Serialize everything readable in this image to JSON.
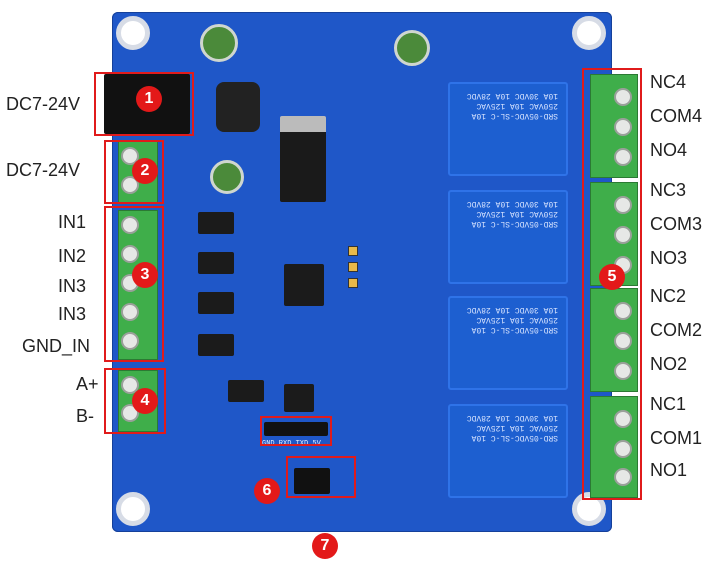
{
  "left_labels": {
    "dc_jack": "DC7-24V",
    "dc_terminal": "DC7-24V",
    "in1": "IN1",
    "in2": "IN2",
    "in3a": "IN3",
    "in3b": "IN3",
    "gnd_in": "GND_IN",
    "a_plus": "A+",
    "b_minus": "B-"
  },
  "right_labels": [
    "NC4",
    "COM4",
    "NO4",
    "NC3",
    "COM3",
    "NO3",
    "NC2",
    "COM2",
    "NO2",
    "NC1",
    "COM1",
    "NO1"
  ],
  "badges": [
    "1",
    "2",
    "3",
    "4",
    "5",
    "6",
    "7"
  ],
  "relay_text": "SRD-05VDC-SL-C 10A 250VAC 10A 125VAC 10A 30VDC 10A 28VDC",
  "serial_header": "GND RXD TXD 5V",
  "colors": {
    "board": "#1f57c8",
    "marker": "#e31919",
    "terminal": "#3fae4a"
  }
}
